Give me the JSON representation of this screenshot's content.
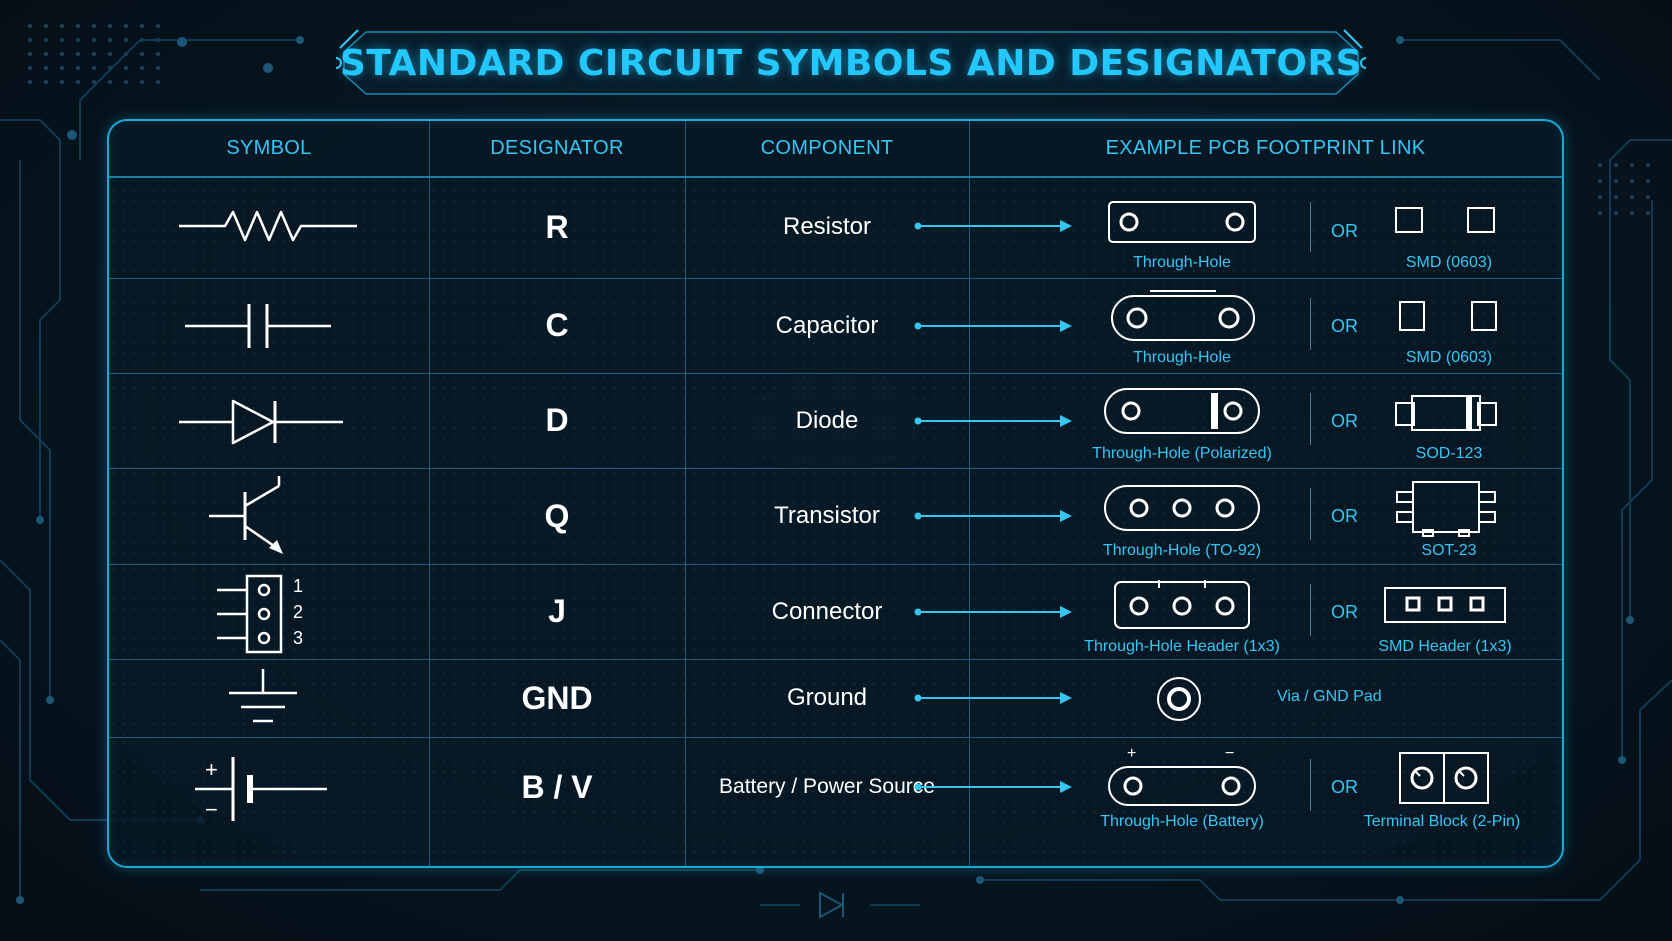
{
  "title": "STANDARD CIRCUIT SYMBOLS AND DESIGNATORS",
  "headers": {
    "symbol": "SYMBOL",
    "designator": "DESIGNATOR",
    "component": "COMPONENT",
    "footprint": "EXAMPLE PCB FOOTPRINT LINK"
  },
  "or_label": "OR",
  "rows": [
    {
      "symbol_icon": "resistor-symbol-icon",
      "designator": "R",
      "component": "Resistor",
      "footprint_a": "Through-Hole",
      "footprint_b": "SMD  (0603)"
    },
    {
      "symbol_icon": "capacitor-symbol-icon",
      "designator": "C",
      "component": "Capacitor",
      "footprint_a": "Through-Hole",
      "footprint_b": "SMD  (0603)"
    },
    {
      "symbol_icon": "diode-symbol-icon",
      "designator": "D",
      "component": "Diode",
      "footprint_a": "Through-Hole (Polarized)",
      "footprint_b": "SOD-123"
    },
    {
      "symbol_icon": "transistor-symbol-icon",
      "designator": "Q",
      "component": "Transistor",
      "footprint_a": "Through-Hole (TO-92)",
      "footprint_b": "SOT-23"
    },
    {
      "symbol_icon": "connector-symbol-icon",
      "designator": "J",
      "component": "Connector",
      "footprint_a": "Through-Hole Header (1x3)",
      "footprint_b": "SMD Header (1x3)",
      "pins": [
        "1",
        "2",
        "3"
      ]
    },
    {
      "symbol_icon": "ground-symbol-icon",
      "designator": "GND",
      "component": "Ground",
      "footprint_a": "Via / GND Pad"
    },
    {
      "symbol_icon": "battery-symbol-icon",
      "designator": "B / V",
      "component": "Battery / Power Source",
      "footprint_a": "Through-Hole (Battery)",
      "footprint_b": "Terminal Block (2-Pin)",
      "plus": "+",
      "minus": "−"
    }
  ],
  "colors": {
    "accent": "#22c8ff",
    "border": "#1ba9d6",
    "background": "#071621",
    "text": "#ffffff"
  }
}
